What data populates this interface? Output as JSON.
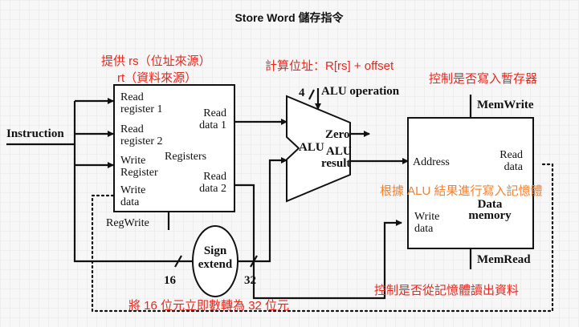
{
  "title": "Store Word 儲存指令",
  "registers": {
    "read_reg1_line1": "Read",
    "read_reg1_line2": "register 1",
    "read_reg2_line1": "Read",
    "read_reg2_line2": "register 2",
    "write_reg_line1": "Write",
    "write_reg_line2": "Register",
    "write_data_line1": "Write",
    "write_data_line2": "data",
    "read_data1_line1": "Read",
    "read_data1_line2": "data 1",
    "read_data2_line1": "Read",
    "read_data2_line2": "data 2",
    "name": "Registers",
    "regwrite": "RegWrite"
  },
  "instruction_label": "Instruction",
  "alu": {
    "op_bits": "4",
    "operation_label": "ALU operation",
    "zero_label": "Zero",
    "alu_left": "ALU",
    "alu_right": "ALU",
    "result_label": "result"
  },
  "data_memory": {
    "memwrite": "MemWrite",
    "memread": "MemRead",
    "address": "Address",
    "read_line1": "Read",
    "read_line2": "data",
    "write_line1": "Write",
    "write_line2": "data",
    "name_line1": "Data",
    "name_line2": "memory"
  },
  "sign_extend": {
    "line1": "Sign",
    "line2": "extend",
    "in_bits": "16",
    "out_bits": "32"
  },
  "annotations": {
    "provide_rs": "提供 rs（位址來源）",
    "rt_source": "rt（資料來源）",
    "compute_addr": "計算位址：R[rs] + offset",
    "control_write_reg": "控制是否寫入暫存器",
    "write_memory": "根據 ALU 結果進行寫入記憶體",
    "control_read_mem": "控制是否從記憶體讀出資料",
    "sign_extend_note": "將 16 位元立即數轉為 32 位元"
  },
  "colors": {
    "annotation_red": "#e8271d",
    "annotation_orange": "#f2802f",
    "line": "#111111"
  }
}
